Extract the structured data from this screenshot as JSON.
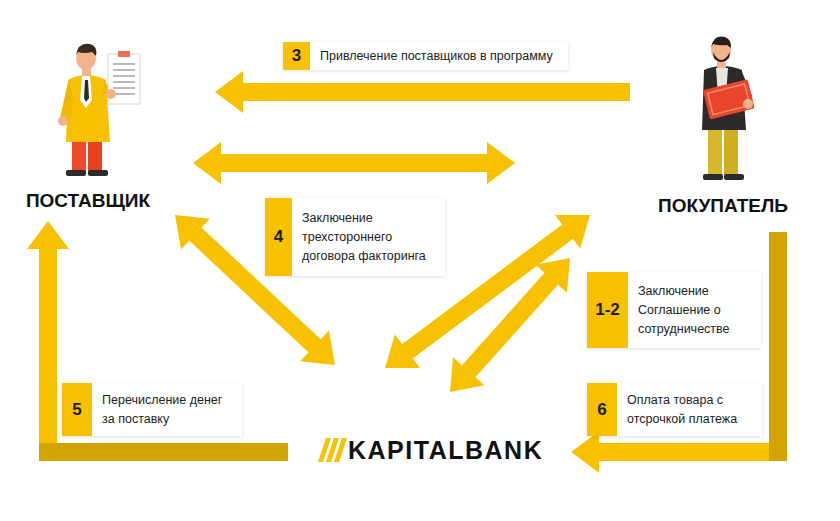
{
  "diagram": {
    "nodes": [
      {
        "text": [
          "ПОСТАВЩИК"
        ]
      },
      {
        "text": [
          "ПОКУПАТЕЛЬ"
        ]
      },
      {
        "text": [
          "KAPITALBANK"
        ]
      }
    ],
    "edges": [
      {
        "from": 1,
        "to": 0,
        "arrow": "to",
        "label": "Привлечение поставщиков в программу"
      },
      {
        "from": 0,
        "to": 1,
        "arrow": "both"
      },
      {
        "from": 0,
        "to": 2,
        "arrow": "both"
      },
      {
        "from": 1,
        "to": 2,
        "arrow": "both"
      },
      {
        "from": 1,
        "to": 2,
        "arrow": "both"
      },
      {
        "from": 2,
        "to": 0,
        "arrow": "to",
        "label": "Перечисление денег за поставку"
      },
      {
        "from": 1,
        "to": 2,
        "arrow": "to",
        "label": "Оплата товара с отсрочкой платежа"
      }
    ],
    "labels": [
      "3",
      "4",
      "Заключение трехстороннего договора факторинга",
      "1-2",
      "Заключение Соглашение о сотрудничестве",
      "5",
      "6"
    ]
  }
}
